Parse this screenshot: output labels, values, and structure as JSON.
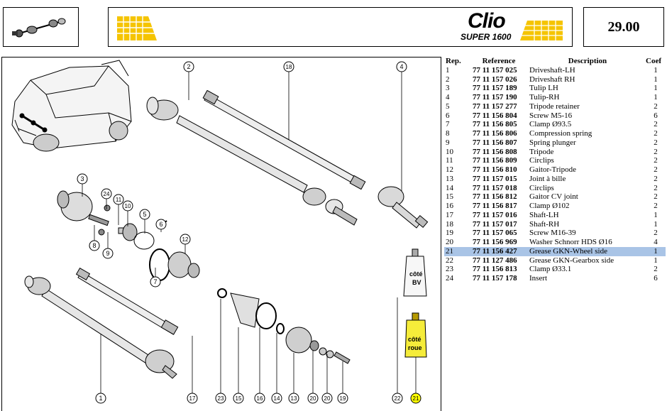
{
  "header": {
    "logo_main": "Clio",
    "logo_sub": "SUPER 1600",
    "page_number": "29.00"
  },
  "diagram": {
    "tube_bv_label_1": "côté",
    "tube_bv_label_2": "BV",
    "tube_roue_label_1": "côté",
    "tube_roue_label_2": "roue",
    "callouts": [
      "1",
      "2",
      "3",
      "4",
      "5",
      "6",
      "7",
      "8",
      "9",
      "10",
      "11",
      "12",
      "13",
      "14",
      "15",
      "16",
      "17",
      "18",
      "19",
      "20",
      "21",
      "22",
      "23",
      "24"
    ],
    "highlighted_callout": "21",
    "highlight_color": "#ffff00",
    "tube_color": "#f5ec3a"
  },
  "parts_table": {
    "headers": {
      "rep": "Rep.",
      "ref": "Reference",
      "desc": "Description",
      "coef": "Coef"
    },
    "selected_rep": "21",
    "selected_color": "#a9c4e6",
    "rows": [
      {
        "rep": "1",
        "ref": "77 11 157 025",
        "desc": "Driveshaft-LH",
        "coef": "1"
      },
      {
        "rep": "2",
        "ref": "77 11 157 026",
        "desc": "Driveshaft RH",
        "coef": "1"
      },
      {
        "rep": "3",
        "ref": "77 11 157 189",
        "desc": "Tulip LH",
        "coef": "1"
      },
      {
        "rep": "4",
        "ref": "77 11 157 190",
        "desc": "Tulip-RH",
        "coef": "1"
      },
      {
        "rep": "5",
        "ref": "77 11 157 277",
        "desc": "Tripode retainer",
        "coef": "2"
      },
      {
        "rep": "6",
        "ref": "77 11 156 804",
        "desc": "Screw M5-16",
        "coef": "6"
      },
      {
        "rep": "7",
        "ref": "77 11 156 805",
        "desc": "Clamp Ø93.5",
        "coef": "2"
      },
      {
        "rep": "8",
        "ref": "77 11 156 806",
        "desc": "Compression spring",
        "coef": "2"
      },
      {
        "rep": "9",
        "ref": "77 11 156 807",
        "desc": "Spring plunger",
        "coef": "2"
      },
      {
        "rep": "10",
        "ref": "77 11 156 808",
        "desc": "Tripode",
        "coef": "2"
      },
      {
        "rep": "11",
        "ref": "77 11 156 809",
        "desc": "Circlips",
        "coef": "2"
      },
      {
        "rep": "12",
        "ref": "77 11 156 810",
        "desc": "Gaitor-Tripode",
        "coef": "2"
      },
      {
        "rep": "13",
        "ref": "77 11 157 015",
        "desc": "Joint à bille",
        "coef": "2"
      },
      {
        "rep": "14",
        "ref": "77 11 157 018",
        "desc": "Circlips",
        "coef": "2"
      },
      {
        "rep": "15",
        "ref": "77 11 156 812",
        "desc": "Gaitor CV joint",
        "coef": "2"
      },
      {
        "rep": "16",
        "ref": "77 11 156 817",
        "desc": "Clamp Ø102",
        "coef": "2"
      },
      {
        "rep": "17",
        "ref": "77 11 157 016",
        "desc": "Shaft-LH",
        "coef": "1"
      },
      {
        "rep": "18",
        "ref": "77 11 157 017",
        "desc": "Shaft-RH",
        "coef": "1"
      },
      {
        "rep": "19",
        "ref": "77 11 157 065",
        "desc": "Screw M16-39",
        "coef": "2"
      },
      {
        "rep": "20",
        "ref": "77 11 156 969",
        "desc": "Washer Schnorr HDS Ø16",
        "coef": "4"
      },
      {
        "rep": "21",
        "ref": "77 11 156 427",
        "desc": "Grease GKN-Wheel side",
        "coef": "1"
      },
      {
        "rep": "22",
        "ref": "77 11 127 486",
        "desc": "Grease GKN-Gearbox side",
        "coef": "1"
      },
      {
        "rep": "23",
        "ref": "77 11 156 813",
        "desc": "Clamp Ø33.1",
        "coef": "2"
      },
      {
        "rep": "24",
        "ref": "77 11 157 178",
        "desc": "Insert",
        "coef": "6"
      }
    ]
  }
}
